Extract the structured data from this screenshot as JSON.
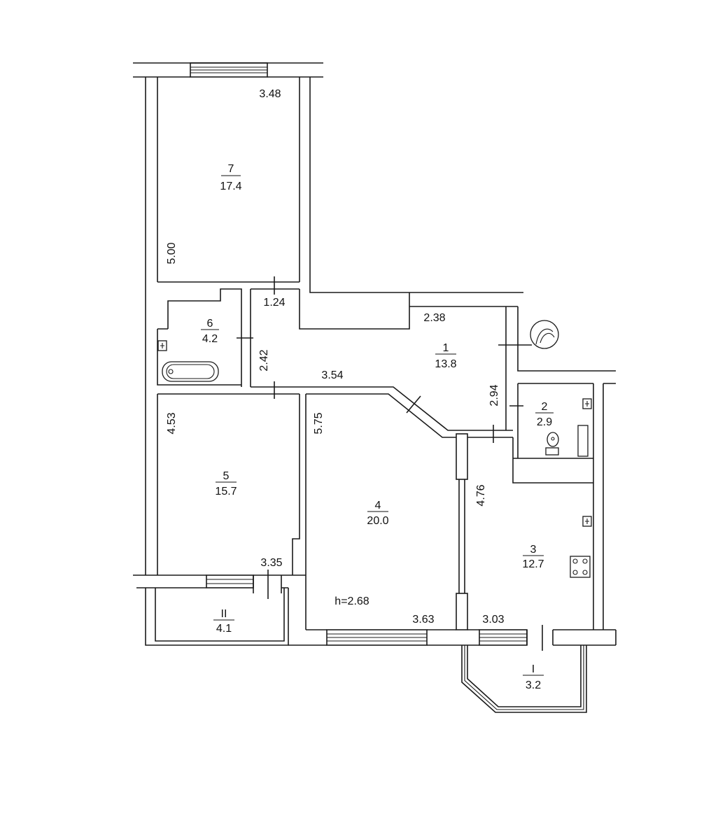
{
  "rooms": [
    {
      "number": "7",
      "area": "17.4"
    },
    {
      "number": "6",
      "area": "4.2"
    },
    {
      "number": "1",
      "area": "13.8"
    },
    {
      "number": "2",
      "area": "2.9"
    },
    {
      "number": "5",
      "area": "15.7"
    },
    {
      "number": "4",
      "area": "20.0"
    },
    {
      "number": "3",
      "area": "12.7"
    },
    {
      "number": "II",
      "area": "4.1"
    },
    {
      "number": "I",
      "area": "3.2"
    }
  ],
  "dimensions": {
    "room7_top": "3.48",
    "room7_left": "5.00",
    "corridor_upper_left": "1.24",
    "corridor_top_right": "2.38",
    "corridor_left": "2.42",
    "corridor_bottom": "3.54",
    "corridor_right": "2.94",
    "room5_left": "4.53",
    "room4_left": "5.75",
    "room3_left": "4.76",
    "room5_bottom": "3.35",
    "room4_bottom": "3.63",
    "room3_bottom": "3.03"
  },
  "ceiling_height": "h=2.68",
  "colors": {
    "line": "#1a1a1a",
    "background": "#ffffff"
  },
  "fixtures": [
    "bathtub-icon",
    "toilet-icon",
    "stove-icon",
    "outlet-icon",
    "chute-icon"
  ]
}
